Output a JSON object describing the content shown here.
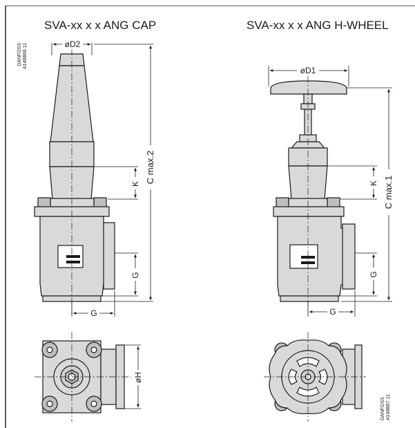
{
  "left_view": {
    "title": "SVA-xx x x ANG CAP",
    "stamp": [
      "DANFOSS",
      "A148B66.11"
    ],
    "dims": {
      "top_dia": "øD2",
      "height": "C  max.2",
      "k": "K",
      "g_vertical": "G",
      "g_horizontal": "G",
      "h_dia": "øH"
    }
  },
  "right_view": {
    "title": "SVA-xx x x ANG H-WHEEL",
    "stamp": [
      "DANFOSS",
      "A148B67.11"
    ],
    "dims": {
      "top_dia": "øD1",
      "height": "C  max.1",
      "k": "K",
      "g_vertical": "G",
      "g_horizontal": "G"
    }
  },
  "colors": {
    "line": "#1a1a1a",
    "fill": "#d9d9d9",
    "fill_dark": "#bfbfbf",
    "frame": "#222222"
  }
}
